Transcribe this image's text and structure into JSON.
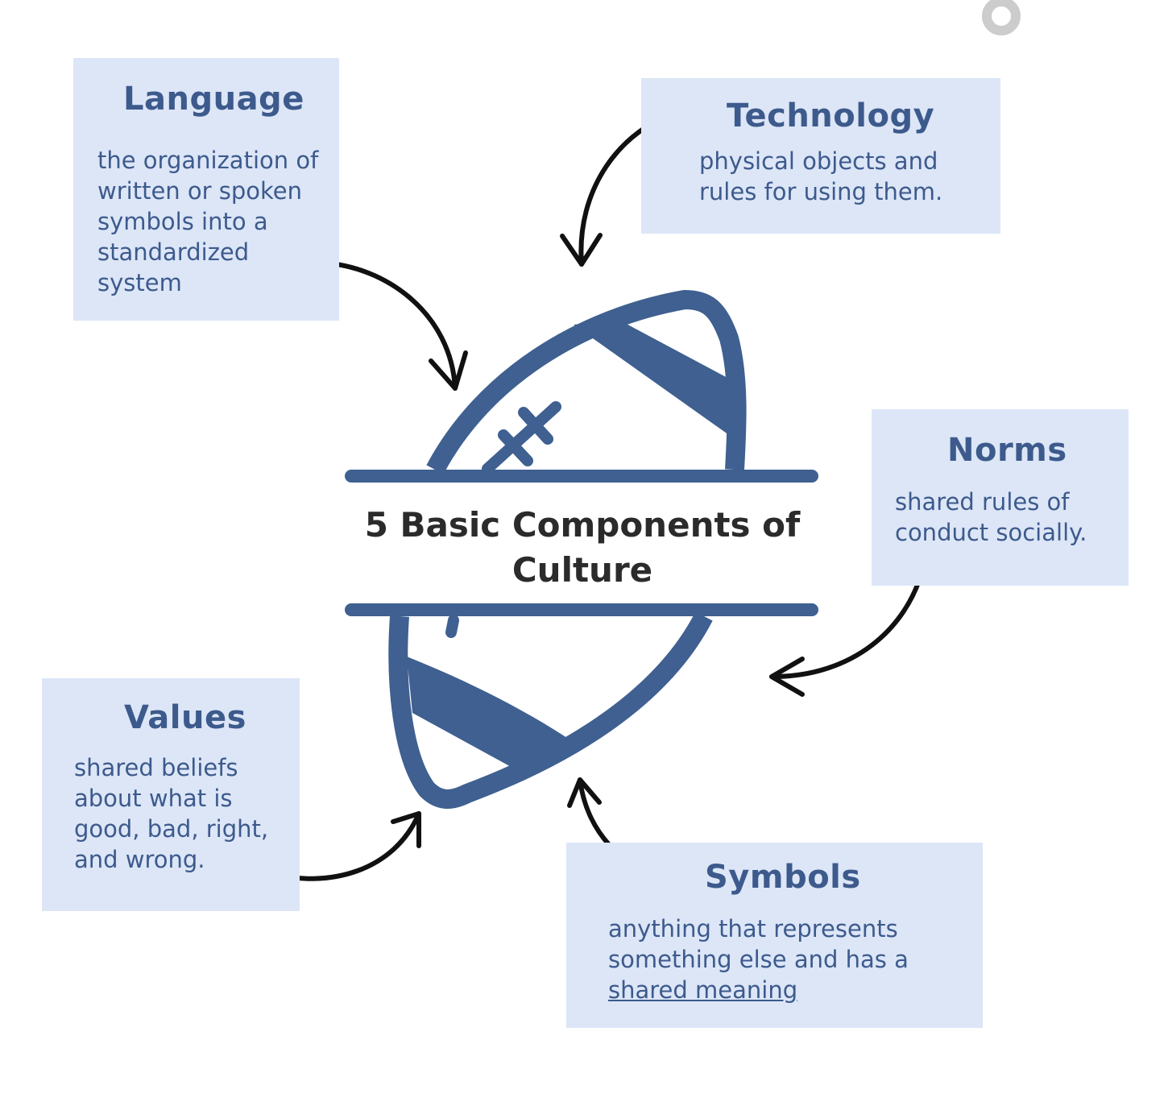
{
  "center": {
    "title": "5 Basic Components of Culture"
  },
  "cards": {
    "language": {
      "title": "Language",
      "text": "the organization of written or spoken symbols into a standardized system"
    },
    "technology": {
      "title": "Technology",
      "text": "physical objects and rules for using them."
    },
    "norms": {
      "title": "Norms",
      "text": "shared rules of conduct socially."
    },
    "values": {
      "title": "Values",
      "text": "shared beliefs about what is good, bad, right, and wrong."
    },
    "symbols": {
      "title": "Symbols",
      "text_plain": "anything that represents something else and has a",
      "text_link": "shared meaning"
    }
  },
  "colors": {
    "card_bg": "#dce6f7",
    "accent": "#3d5a8c",
    "football": "#3f6090",
    "title_text": "#2b2b2b",
    "arrow": "#111111",
    "ring": "#cccccc"
  },
  "icons": [
    "football-icon",
    "arrow-icon",
    "ring-icon"
  ]
}
